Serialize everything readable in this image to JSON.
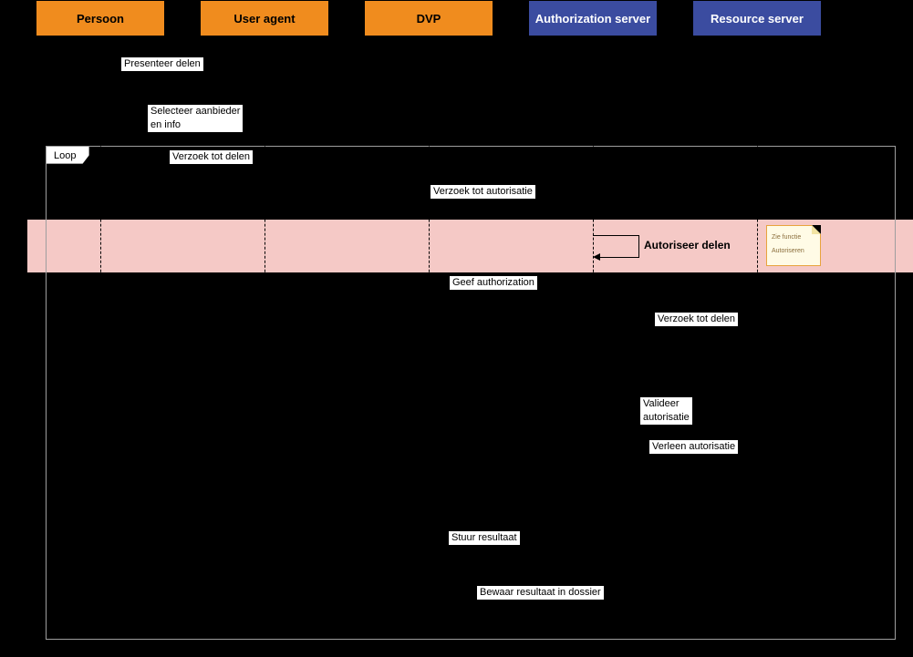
{
  "colors": {
    "background": "#000000",
    "actor_orange": "#F08C1E",
    "actor_blue": "#3B4CA0",
    "highlight_band": "#F5C9C6",
    "note_bg": "#FFFBE6",
    "note_border": "#E8A33D",
    "note_text": "#8A6D3B",
    "frame_border": "#9E9E9E",
    "label_bg": "#FFFFFF",
    "label_text": "#000000"
  },
  "actors": [
    {
      "label": "Persoon"
    },
    {
      "label": "User agent"
    },
    {
      "label": "DVP"
    },
    {
      "label": "Authorization server"
    },
    {
      "label": "Resource server"
    }
  ],
  "frame": {
    "label": "Loop"
  },
  "messages": {
    "presenteer_delen": "Presenteer delen",
    "selecteer_line1": "Selecteer aanbieder",
    "selecteer_line2": "en info",
    "verzoek_tot_delen_ua": "Verzoek tot delen",
    "verzoek_tot_autorisatie": "Verzoek tot autorisatie",
    "autoriseer_delen": "Autoriseer delen",
    "geef_authorization": "Geef authorization",
    "verzoek_tot_delen_rs": "Verzoek tot delen",
    "valideer_line1": "Valideer",
    "valideer_line2": "autorisatie",
    "verleen_autorisatie": "Verleen autorisatie",
    "stuur_resultaat": "Stuur resultaat",
    "bewaar_resultaat": "Bewaar resultaat  in dossier"
  },
  "note": {
    "line1": "Zie functie",
    "line2": "Autoriseren"
  }
}
